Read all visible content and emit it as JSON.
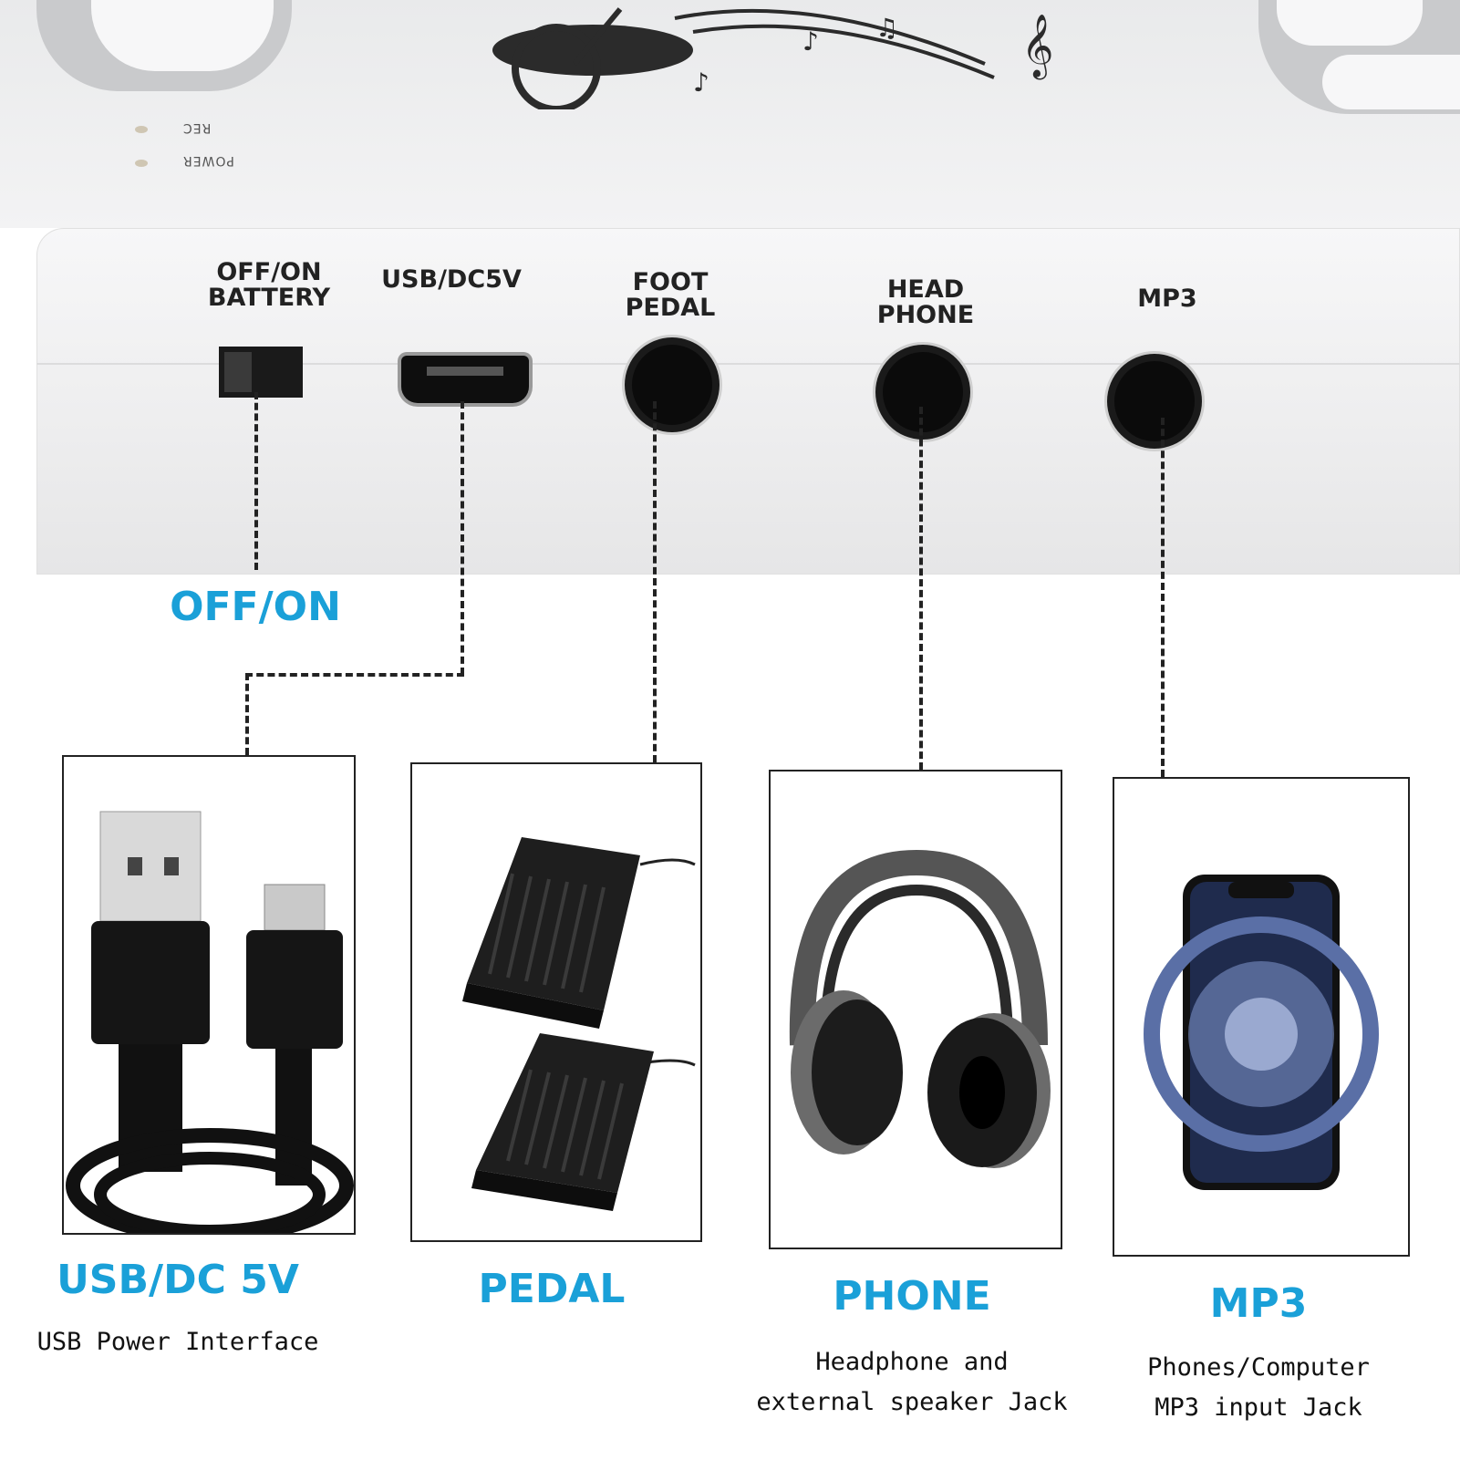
{
  "device": {
    "led_labels": [
      "REC",
      "POWER"
    ],
    "ports": [
      {
        "line1": "OFF/ON",
        "line2": "BATTERY"
      },
      {
        "line1": "USB/DC5V",
        "line2": ""
      },
      {
        "line1": "FOOT",
        "line2": "PEDAL"
      },
      {
        "line1": "HEAD",
        "line2": "PHONE"
      },
      {
        "line1": "MP3",
        "line2": ""
      }
    ]
  },
  "callouts": {
    "switch": {
      "title": "OFF/ON"
    },
    "usb": {
      "title": "USB/DC 5V",
      "description": "USB Power Interface"
    },
    "pedal": {
      "title": "PEDAL"
    },
    "phone": {
      "title": "PHONE",
      "line1": "Headphone and",
      "line2": "external speaker Jack"
    },
    "mp3": {
      "title": "MP3",
      "line1": "Phones/Computer",
      "line2": "MP3 input Jack"
    }
  },
  "colors": {
    "accent": "#1aa0d8",
    "text": "#111111",
    "device": "#eeeeef"
  },
  "icons": [
    "usb-cable-image",
    "foot-pedal-image",
    "headphones-image",
    "smartphone-image",
    "music-notes-logo"
  ]
}
